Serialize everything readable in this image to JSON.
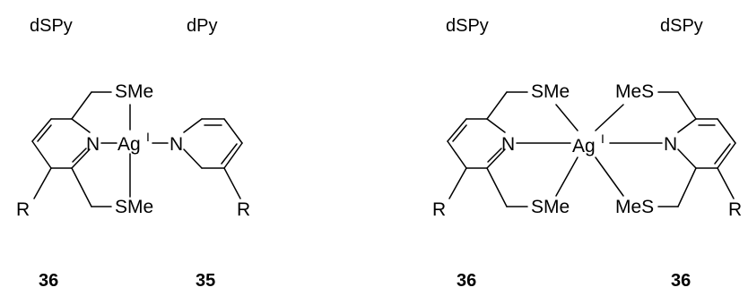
{
  "labels": {
    "top_left_1": "dSPy",
    "top_left_2": "dPy",
    "top_right_1": "dSPy",
    "top_right_2": "dSPy"
  },
  "compounds": {
    "left_1": "36",
    "left_2": "35",
    "right_1": "36",
    "right_2": "36"
  },
  "atoms": {
    "nitrogen": "N",
    "silver": "Ag",
    "oxidation_state": "I",
    "thioether_right": "SMe",
    "thioether_left": "MeS",
    "substituent": "R"
  }
}
